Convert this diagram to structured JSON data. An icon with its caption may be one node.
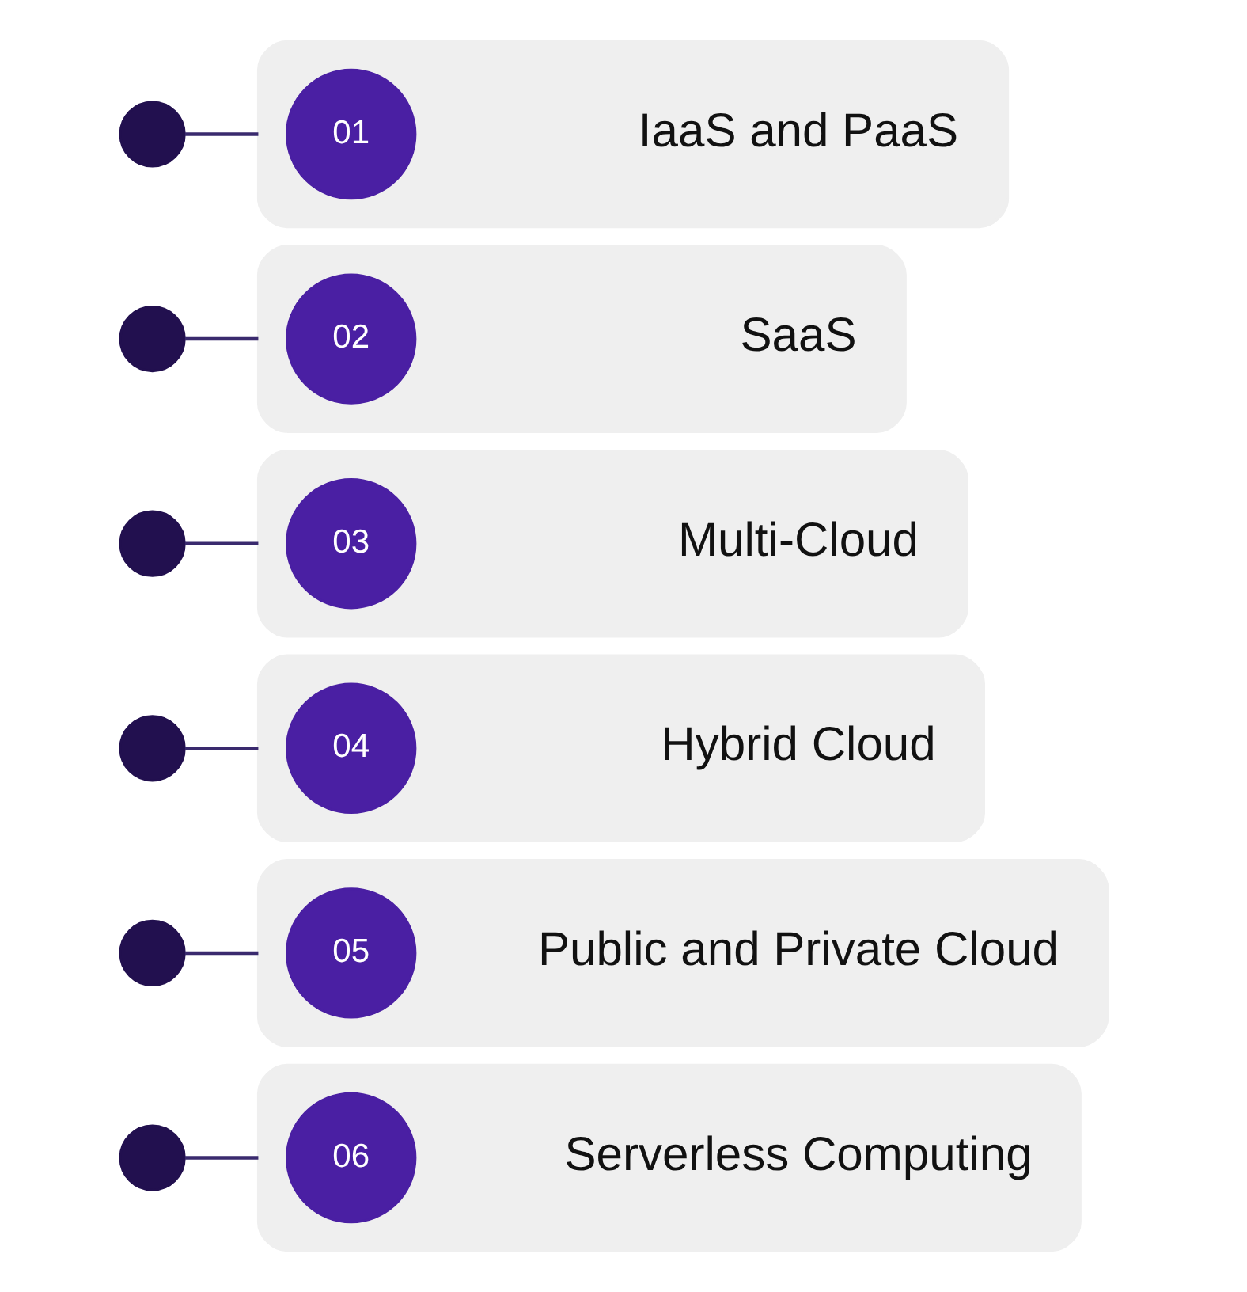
{
  "diagram": {
    "nodes": [
      {
        "text": [],
        "shape": "circle"
      },
      {
        "text": [
          "IaaS and PaaS"
        ]
      },
      {
        "text": [
          "01"
        ],
        "in": 1
      },
      {
        "text": [],
        "shape": "circle"
      },
      {
        "text": [
          "SaaS"
        ]
      },
      {
        "text": [
          "02"
        ],
        "in": 4
      },
      {
        "text": [],
        "shape": "circle"
      },
      {
        "text": [
          "Multi-Cloud"
        ]
      },
      {
        "text": [
          "03"
        ],
        "in": 7
      },
      {
        "text": [],
        "shape": "circle"
      },
      {
        "text": [
          "Hybrid Cloud"
        ]
      },
      {
        "text": [
          "04"
        ],
        "in": 10
      },
      {
        "text": [],
        "shape": "circle"
      },
      {
        "text": [
          "Public and Private Cloud"
        ]
      },
      {
        "text": [
          "05"
        ],
        "in": 13
      },
      {
        "text": [],
        "shape": "circle"
      },
      {
        "text": [
          "Serverless Computing"
        ]
      },
      {
        "text": [
          "06"
        ],
        "in": 16
      }
    ],
    "edges": [
      {
        "from": 0,
        "to": 1,
        "arrow": "none"
      },
      {
        "from": 3,
        "to": 4,
        "arrow": "none"
      },
      {
        "from": 6,
        "to": 7,
        "arrow": "none"
      },
      {
        "from": 9,
        "to": 10,
        "arrow": "none"
      },
      {
        "from": 12,
        "to": 13,
        "arrow": "none"
      },
      {
        "from": 15,
        "to": 16,
        "arrow": "none"
      }
    ]
  }
}
